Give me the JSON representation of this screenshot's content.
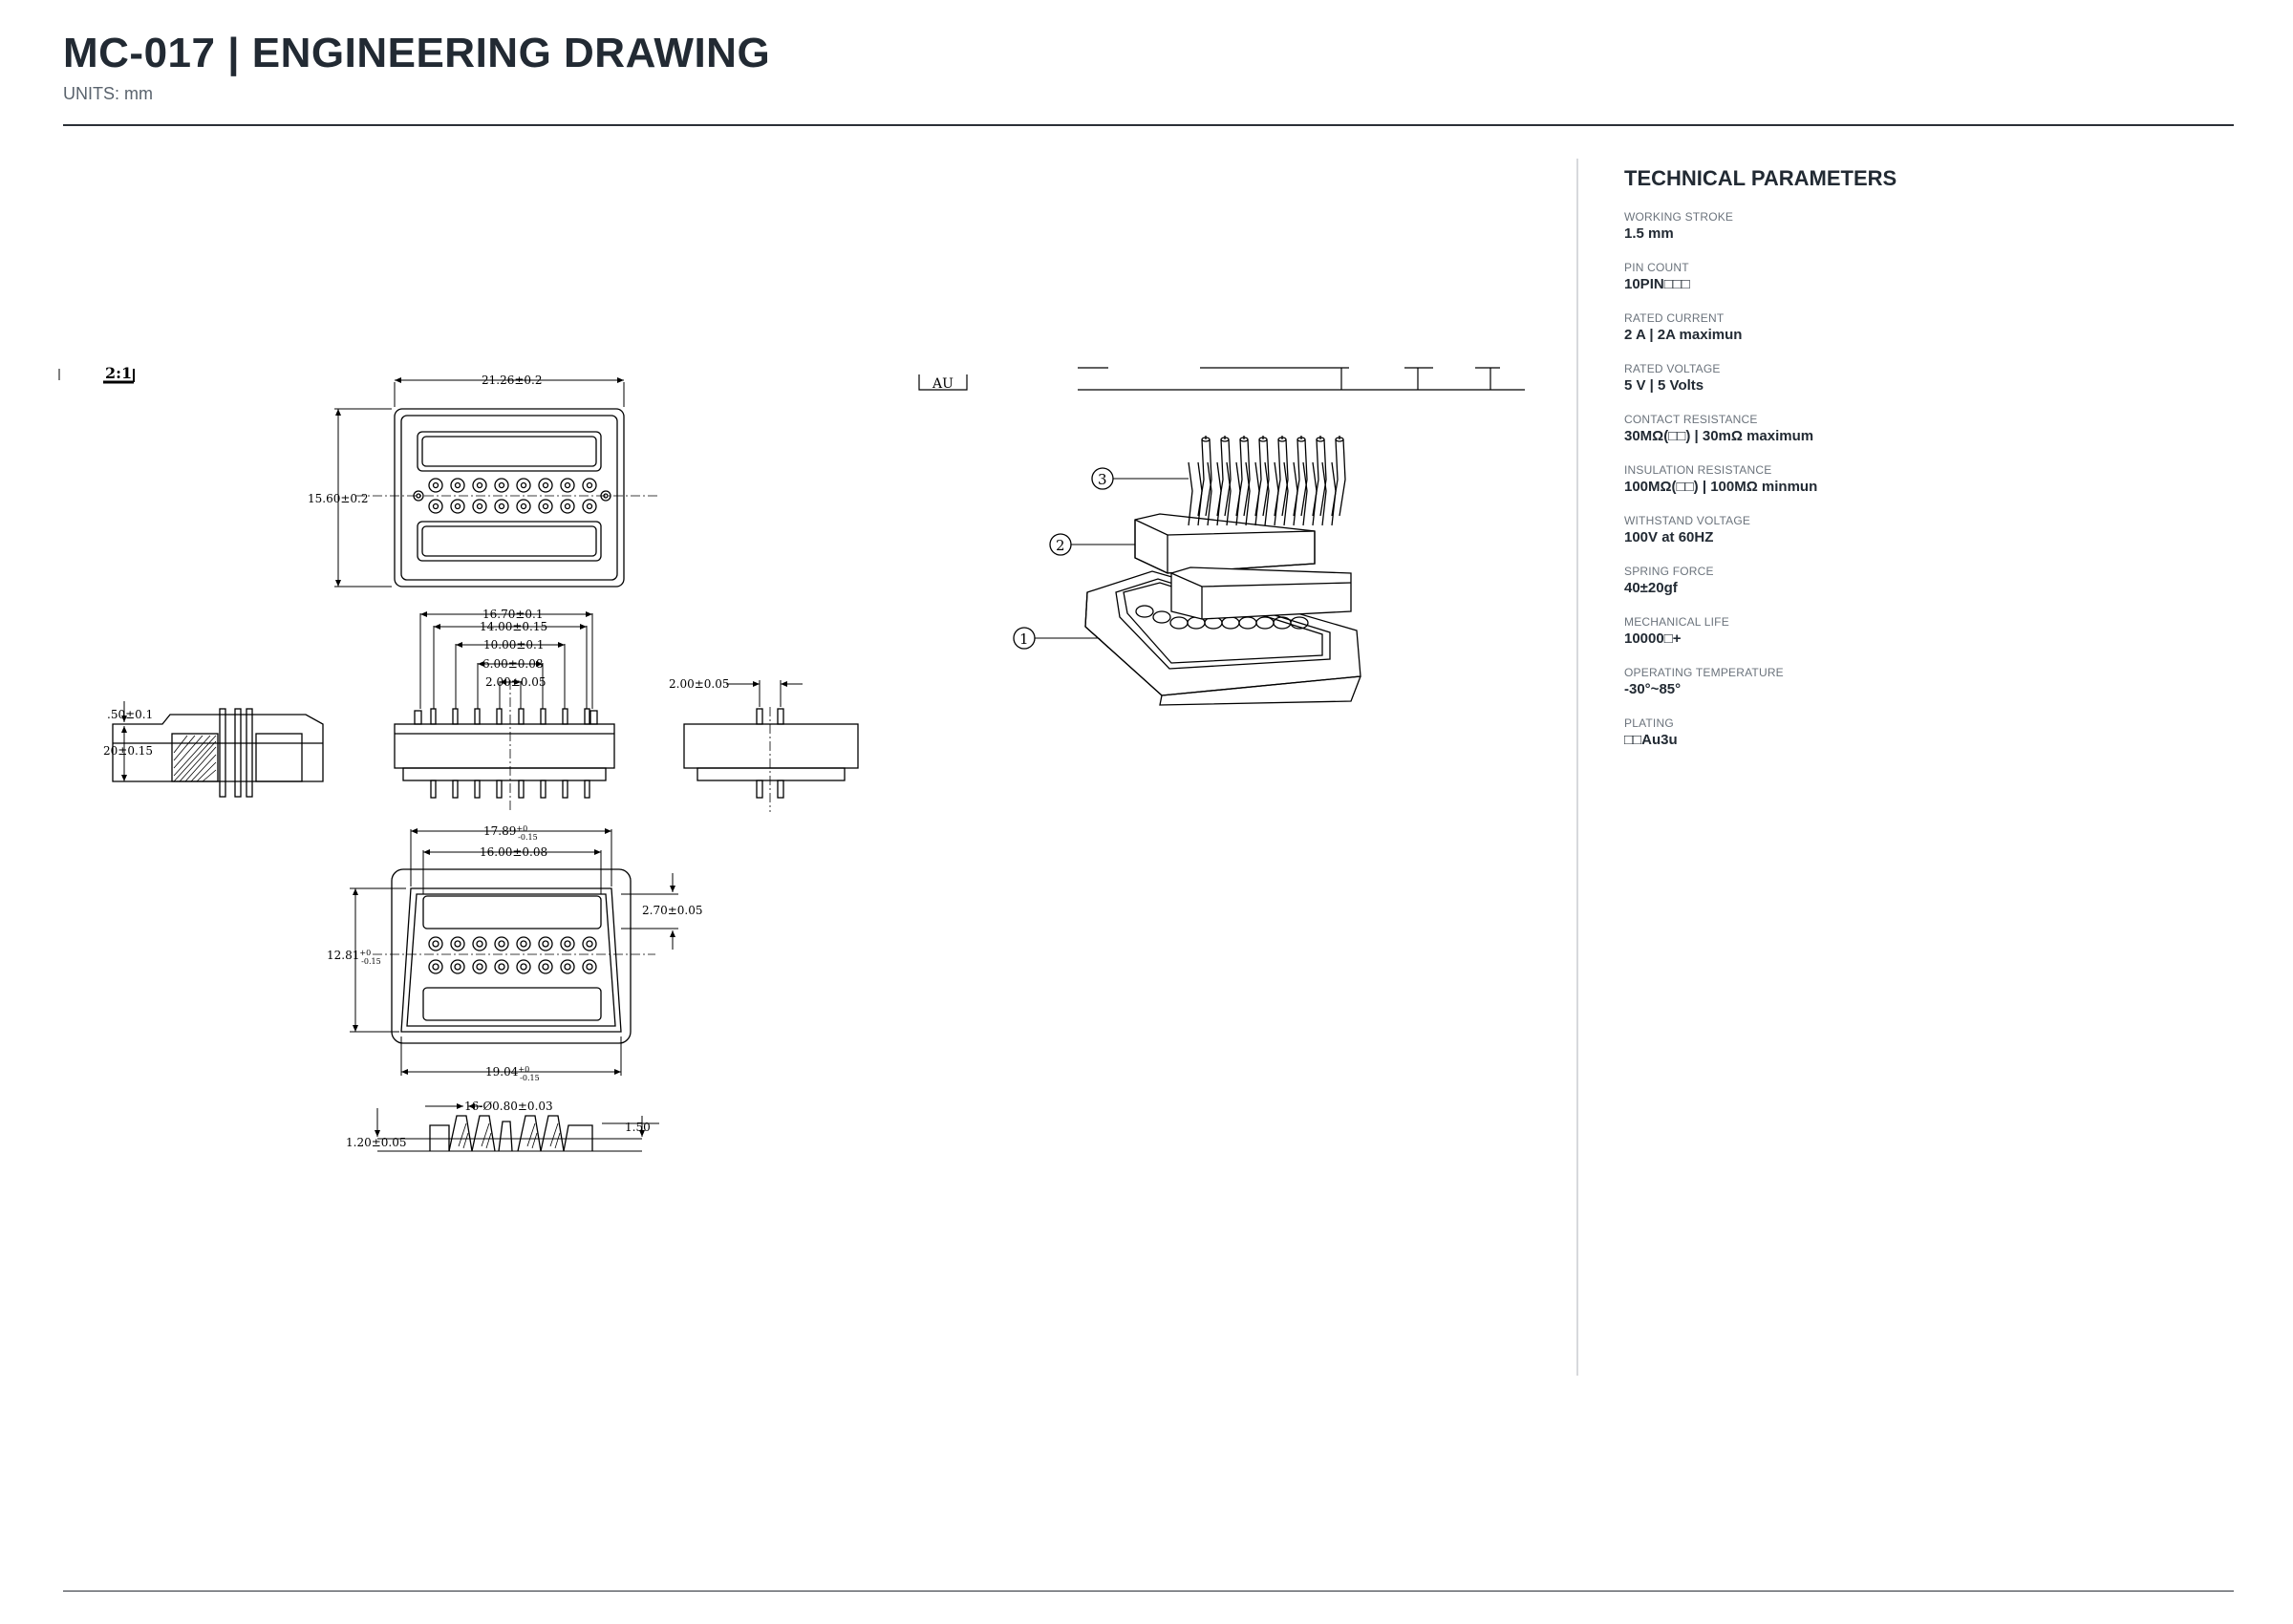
{
  "header": {
    "title": "MC-017  |  ENGINEERING DRAWING",
    "units": "UNITS: mm"
  },
  "drawing": {
    "labels": {
      "top_width": "21.26±0.2",
      "top_height": "15.60±0.2",
      "front_w1": "16.70±0.1",
      "front_w2": "14.00±0.15",
      "front_w3": "10.00±0.1",
      "front_w4": "6.00±0.08",
      "front_w5": "2.00±0.05",
      "side_pitch": "2.00±0.05",
      "section_d1": ".50±0.1",
      "section_d2": "20±0.15",
      "bottom_w1": "17.89",
      "bottom_w1_tol_upper": "+0",
      "bottom_w1_tol_lower": "-0.15",
      "bottom_w2": "16.00±0.08",
      "bottom_h": "12.81",
      "bottom_h_tol_upper": "+0",
      "bottom_h_tol_lower": "-0.15",
      "bottom_edge": "2.70±0.05",
      "bottom_base": "19.04",
      "bottom_base_tol_upper": "+0",
      "bottom_base_tol_lower": "-0.15",
      "detail_holes": "16-Ø0.80±0.03",
      "detail_thk": "1.20±0.05",
      "detail_right": "1.50",
      "view_a": "AU",
      "view_corner": "2:1"
    },
    "balloons": [
      "1",
      "2",
      "3"
    ]
  },
  "params": {
    "title": "TECHNICAL PARAMETERS",
    "items": [
      {
        "label": "WORKING STROKE",
        "value": "1.5 mm"
      },
      {
        "label": "PIN COUNT",
        "value": "10PIN□□□"
      },
      {
        "label": "RATED CURRENT",
        "value": "2 A | 2A maximun"
      },
      {
        "label": "RATED VOLTAGE",
        "value": "5 V | 5 Volts"
      },
      {
        "label": "CONTACT RESISTANCE",
        "value": "30MΩ(□□) | 30mΩ maximum"
      },
      {
        "label": "INSULATION RESISTANCE",
        "value": "100MΩ(□□) | 100MΩ minmun"
      },
      {
        "label": "WITHSTAND VOLTAGE",
        "value": "100V at 60HZ"
      },
      {
        "label": "SPRING FORCE",
        "value": "40±20gf"
      },
      {
        "label": "MECHANICAL LIFE",
        "value": "10000□+"
      },
      {
        "label": "OPERATING TEMPERATURE",
        "value": "-30°~85°"
      },
      {
        "label": "PLATING",
        "value": "□□Au3u"
      }
    ]
  }
}
